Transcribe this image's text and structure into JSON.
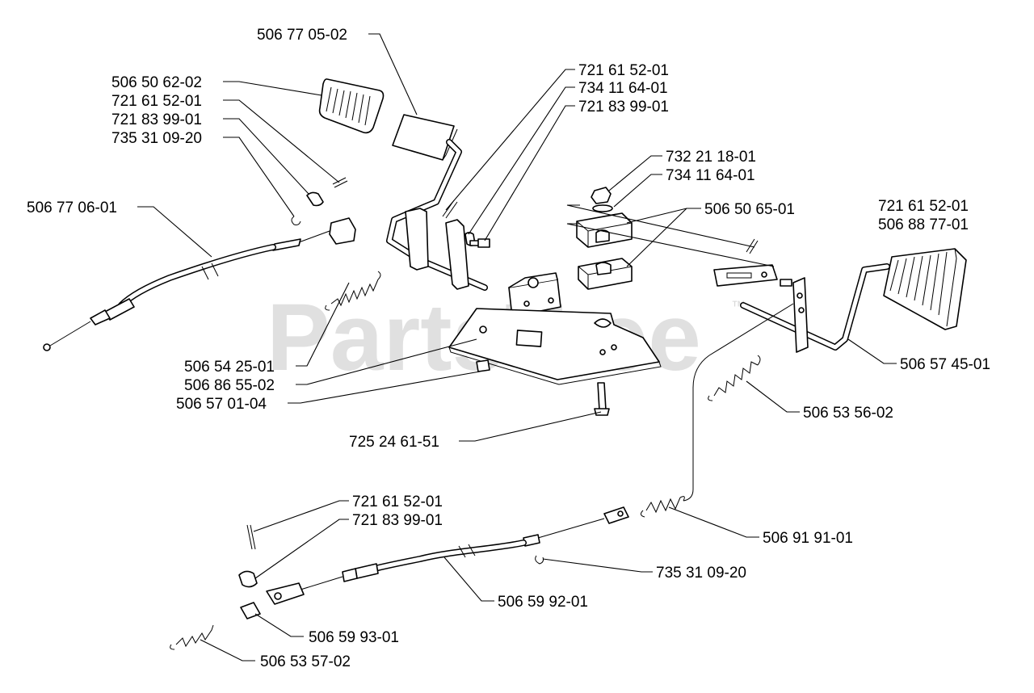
{
  "watermark": {
    "text": "PartsTree",
    "tm": "™"
  },
  "parts": [
    {
      "id": "p1",
      "label": "506 77 05-02"
    },
    {
      "id": "p2",
      "label": "506 50 62-02"
    },
    {
      "id": "p3",
      "label": "721 61 52-01"
    },
    {
      "id": "p4",
      "label": "721 83 99-01"
    },
    {
      "id": "p5",
      "label": "735 31 09-20"
    },
    {
      "id": "p6",
      "label": "506 77 06-01"
    },
    {
      "id": "p7",
      "label": "721 61 52-01"
    },
    {
      "id": "p8",
      "label": "734 11 64-01"
    },
    {
      "id": "p9",
      "label": "721 83 99-01"
    },
    {
      "id": "p10",
      "label": "732 21 18-01"
    },
    {
      "id": "p11",
      "label": "734 11 64-01"
    },
    {
      "id": "p12",
      "label": "506 50 65-01"
    },
    {
      "id": "p13",
      "label": "721 61 52-01"
    },
    {
      "id": "p14",
      "label": "506 88 77-01"
    },
    {
      "id": "p15",
      "label": "506 54 25-01"
    },
    {
      "id": "p16",
      "label": "506 86 55-02"
    },
    {
      "id": "p17",
      "label": "506 57 01-04"
    },
    {
      "id": "p18",
      "label": "506 57 45-01"
    },
    {
      "id": "p19",
      "label": "506 53 56-02"
    },
    {
      "id": "p20",
      "label": "725 24 61-51"
    },
    {
      "id": "p21",
      "label": "721 61 52-01"
    },
    {
      "id": "p22",
      "label": "721 83 99-01"
    },
    {
      "id": "p23",
      "label": "506 91 91-01"
    },
    {
      "id": "p24",
      "label": "735 31 09-20"
    },
    {
      "id": "p25",
      "label": "506 59 92-01"
    },
    {
      "id": "p26",
      "label": "506 59 93-01"
    },
    {
      "id": "p27",
      "label": "506 53 57-02"
    }
  ]
}
